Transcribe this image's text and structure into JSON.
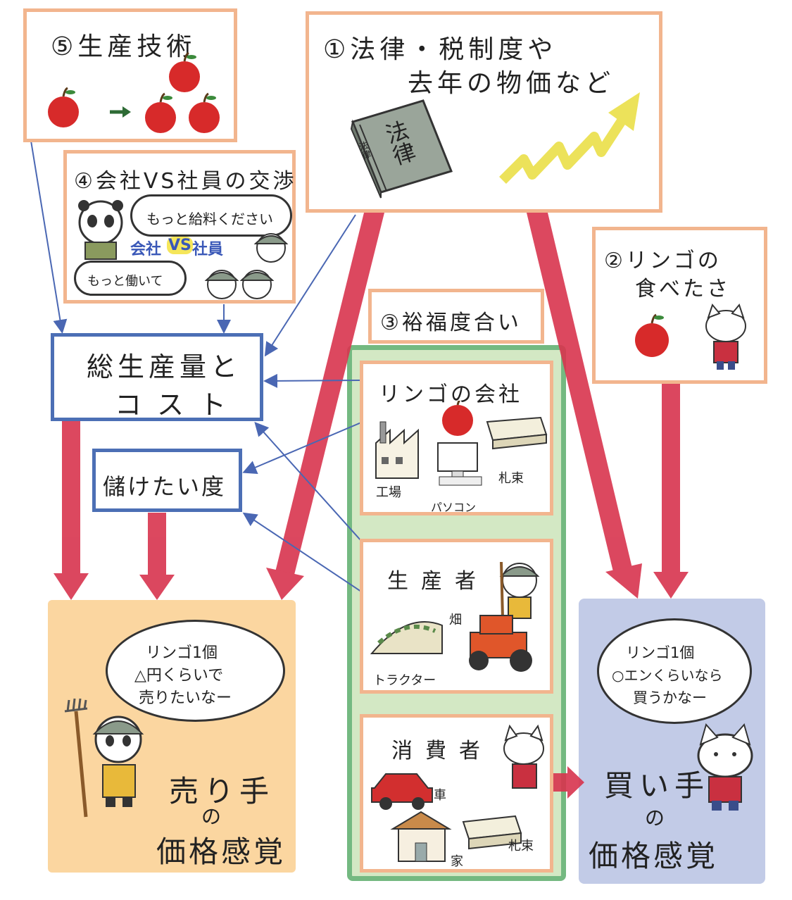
{
  "factors": {
    "f5": {
      "title": "⑤生産技術"
    },
    "f1": {
      "line1": "①法律・税制度や",
      "line2": "去年の物価など",
      "book_big": "法律",
      "book_spine": "法律"
    },
    "f4": {
      "title": "④会社VS社員の交渉",
      "bubble_top": "もっと給料ください",
      "bubble_bottom": "もっと働いて",
      "vs_company": "会社",
      "vs": "VS",
      "vs_employee": "社員"
    },
    "f2": {
      "line1": "②リンゴの",
      "line2": "食べたさ"
    },
    "f3": {
      "title": "③裕福度合い"
    }
  },
  "nodes": {
    "production": {
      "line1": "総生産量と",
      "line2": "コスト"
    },
    "profit": {
      "label": "儲けたい度"
    }
  },
  "actors": {
    "company": {
      "title": "リンゴの会社",
      "factory": "工場",
      "pc": "パソコン",
      "cash": "札束"
    },
    "producer": {
      "title": "生産者",
      "field": "畑",
      "tractor": "トラクター"
    },
    "consumer": {
      "title": "消費者",
      "car": "車",
      "house": "家",
      "cash": "札束"
    }
  },
  "seller": {
    "bubble": [
      "リンゴ1個",
      "△円くらいで",
      "売りたいなー"
    ],
    "line1": "売り手",
    "line2": "の",
    "line3": "価格感覚"
  },
  "buyer": {
    "bubble": [
      "リンゴ1個",
      "○エンくらいなら",
      "買うかなー"
    ],
    "line1": "買い手",
    "line2": "の",
    "line3": "価格感覚"
  },
  "colors": {
    "orange_border": "#f2b58e",
    "blue_border": "#4c6fb5",
    "green_border": "#74b981",
    "red_arrow": "#d8344e",
    "seller_bg": "#fbd6a0",
    "buyer_bg": "#c2cbe7",
    "thin_arrow": "#4a67b3"
  }
}
